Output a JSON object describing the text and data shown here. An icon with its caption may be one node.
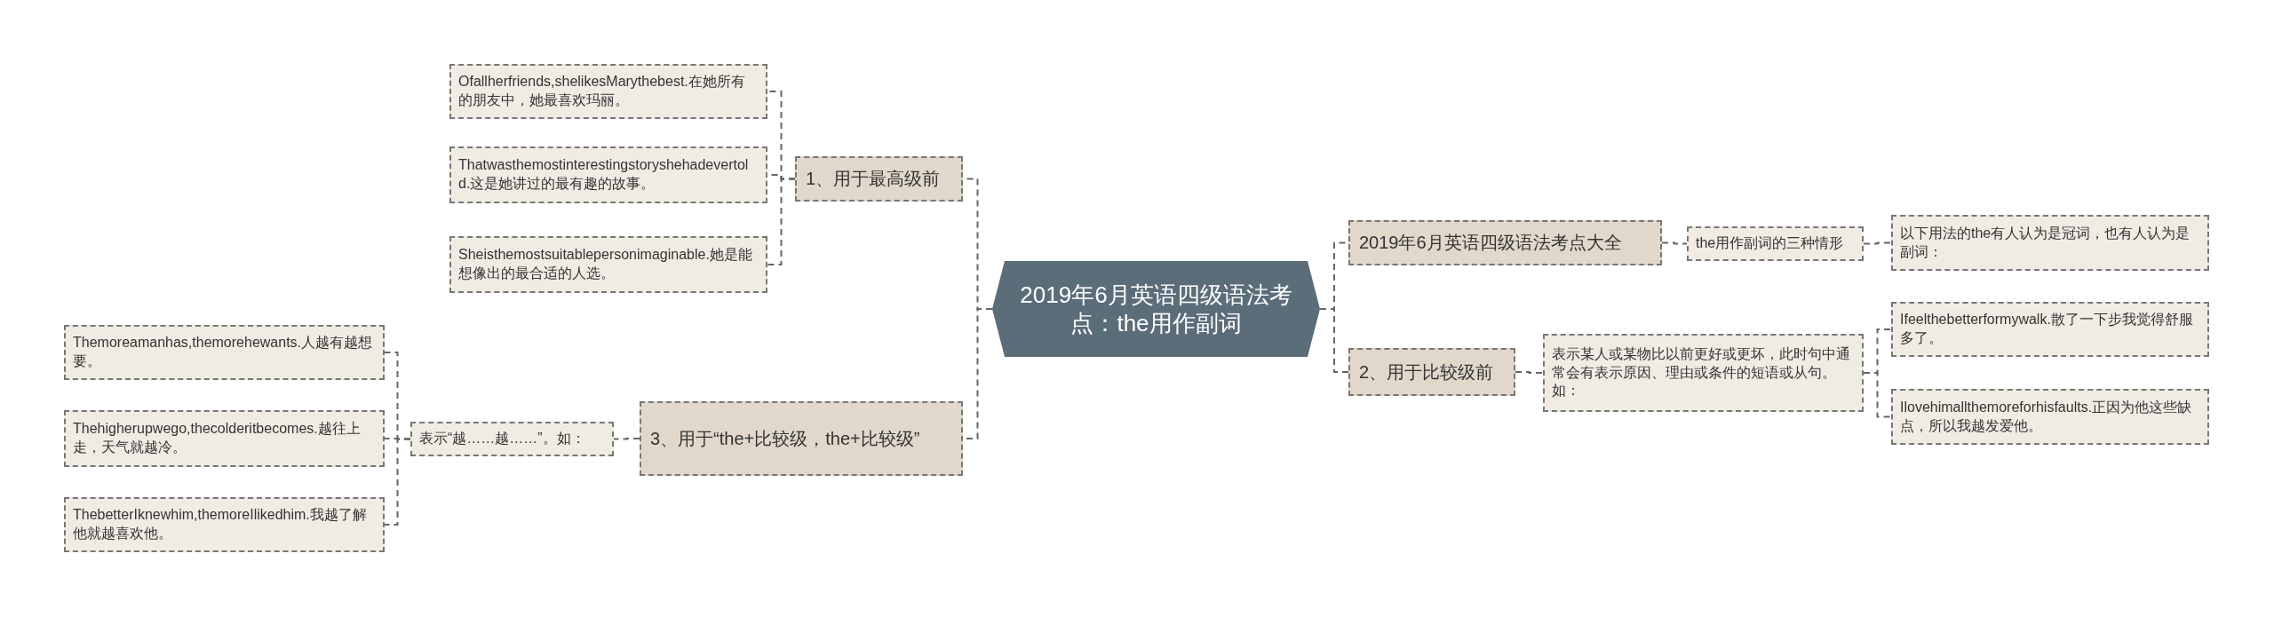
{
  "diagram": {
    "nodes": [
      {
        "text": [
          "2019年6月英语四级语法考点：the用作副词"
        ]
      },
      {
        "text": [
          "1、用于最高级前"
        ]
      },
      {
        "text": [
          "Ofallherfriends,shelikesMarythebest.在她所有的朋友中，她最喜欢玛丽。"
        ]
      },
      {
        "text": [
          "Thatwasthemostinterestingstoryshehadevertold.这是她讲过的最有趣的故事。"
        ]
      },
      {
        "text": [
          "Sheisthemostsuitablepersonimaginable.她是能想像出的最合适的人选。"
        ]
      },
      {
        "text": [
          "3、用于“the+比较级，the+比较级”"
        ]
      },
      {
        "text": [
          "表示“越……越……”。如："
        ]
      },
      {
        "text": [
          "Themoreamanhas,themorehewants.人越有越想要。"
        ]
      },
      {
        "text": [
          "Thehigherupwego,thecolderitbecomes.越往上走，天气就越冷。"
        ]
      },
      {
        "text": [
          "ThebetterIknewhim,themoreIlikedhim.我越了解他就越喜欢他。"
        ]
      },
      {
        "text": [
          "2019年6月英语四级语法考点大全"
        ]
      },
      {
        "text": [
          "the用作副词的三种情形"
        ]
      },
      {
        "text": [
          "以下用法的the有人认为是冠词，也有人认为是副词："
        ]
      },
      {
        "text": [
          "2、用于比较级前"
        ]
      },
      {
        "text": [
          "表示某人或某物比以前更好或更坏，此时句中通常会有表示原因、理由或条件的短语或从句。如："
        ]
      },
      {
        "text": [
          "Ifeelthebetterformywalk.散了一下步我觉得舒服多了。"
        ]
      },
      {
        "text": [
          "Ilovehimallthemoreforhisfaults.正因为他这些缺点，所以我越发爱他。"
        ]
      }
    ],
    "edges": [
      {
        "from": 0,
        "to": 1,
        "arrow": "none",
        "style": "dashed"
      },
      {
        "from": 1,
        "to": 2,
        "arrow": "none",
        "style": "dashed"
      },
      {
        "from": 1,
        "to": 3,
        "arrow": "none",
        "style": "dashed"
      },
      {
        "from": 1,
        "to": 4,
        "arrow": "none",
        "style": "dashed"
      },
      {
        "from": 0,
        "to": 5,
        "arrow": "none",
        "style": "dashed"
      },
      {
        "from": 5,
        "to": 6,
        "arrow": "none",
        "style": "dashed"
      },
      {
        "from": 6,
        "to": 7,
        "arrow": "none",
        "style": "dashed"
      },
      {
        "from": 6,
        "to": 8,
        "arrow": "none",
        "style": "dashed"
      },
      {
        "from": 6,
        "to": 9,
        "arrow": "none",
        "style": "dashed"
      },
      {
        "from": 0,
        "to": 10,
        "arrow": "none",
        "style": "dashed"
      },
      {
        "from": 10,
        "to": 11,
        "arrow": "none",
        "style": "dashed"
      },
      {
        "from": 11,
        "to": 12,
        "arrow": "none",
        "style": "dashed"
      },
      {
        "from": 0,
        "to": 13,
        "arrow": "none",
        "style": "dashed"
      },
      {
        "from": 13,
        "to": 14,
        "arrow": "none",
        "style": "dashed"
      },
      {
        "from": 14,
        "to": 15,
        "arrow": "none",
        "style": "dashed"
      },
      {
        "from": 14,
        "to": 16,
        "arrow": "none",
        "style": "dashed"
      }
    ]
  }
}
